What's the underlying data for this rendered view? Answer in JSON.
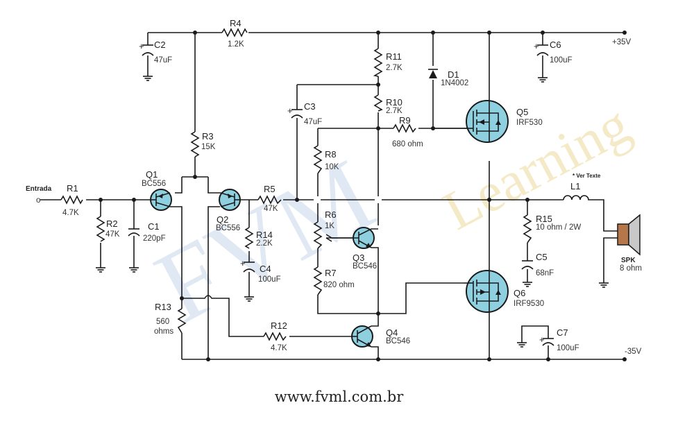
{
  "watermark": {
    "primary": "FVM",
    "secondary": "Learning"
  },
  "footer": {
    "url": "www.fvml.com.br"
  },
  "input": {
    "label": "Entrada",
    "terminal": "o"
  },
  "rails": {
    "positive": "+35V",
    "negative": "-35V"
  },
  "note": "* Ver Texte",
  "components": {
    "R1": {
      "ref": "R1",
      "value": "4.7K"
    },
    "R2": {
      "ref": "R2",
      "value": "47K"
    },
    "R3": {
      "ref": "R3",
      "value": "15K"
    },
    "R4": {
      "ref": "R4",
      "value": "1.2K"
    },
    "R5": {
      "ref": "R5",
      "value": "47K"
    },
    "R6": {
      "ref": "R6",
      "value": "1K"
    },
    "R7": {
      "ref": "R7",
      "value": "820 ohm"
    },
    "R8": {
      "ref": "R8",
      "value": "10K"
    },
    "R9": {
      "ref": "R9",
      "value": "680 ohm"
    },
    "R10": {
      "ref": "R10",
      "value": "2.7K"
    },
    "R11": {
      "ref": "R11",
      "value": "2.7K"
    },
    "R12": {
      "ref": "R12",
      "value": "4.7K"
    },
    "R13": {
      "ref": "R13",
      "value": "560",
      "value2": "ohms"
    },
    "R14": {
      "ref": "R14",
      "value": "2.2K"
    },
    "R15": {
      "ref": "R15",
      "value": "10 ohm / 2W"
    },
    "C1": {
      "ref": "C1",
      "value": "220pF"
    },
    "C2": {
      "ref": "C2",
      "value": "47uF"
    },
    "C3": {
      "ref": "C3",
      "value": "47uF"
    },
    "C4": {
      "ref": "C4",
      "value": "100uF"
    },
    "C5": {
      "ref": "C5",
      "value": "68nF"
    },
    "C6": {
      "ref": "C6",
      "value": "100uF"
    },
    "C7": {
      "ref": "C7",
      "value": "100uF"
    },
    "D1": {
      "ref": "D1",
      "value": "1N4002"
    },
    "Q1": {
      "ref": "Q1",
      "value": "BC556"
    },
    "Q2": {
      "ref": "Q2",
      "value": "BC556"
    },
    "Q3": {
      "ref": "Q3",
      "value": "BC546"
    },
    "Q4": {
      "ref": "Q4",
      "value": "BC546"
    },
    "Q5": {
      "ref": "Q5",
      "value": "IRF530"
    },
    "Q6": {
      "ref": "Q6",
      "value": "IRF9530"
    },
    "L1": {
      "ref": "L1"
    },
    "SPK": {
      "ref": "SPK",
      "value": "8 ohm"
    }
  }
}
